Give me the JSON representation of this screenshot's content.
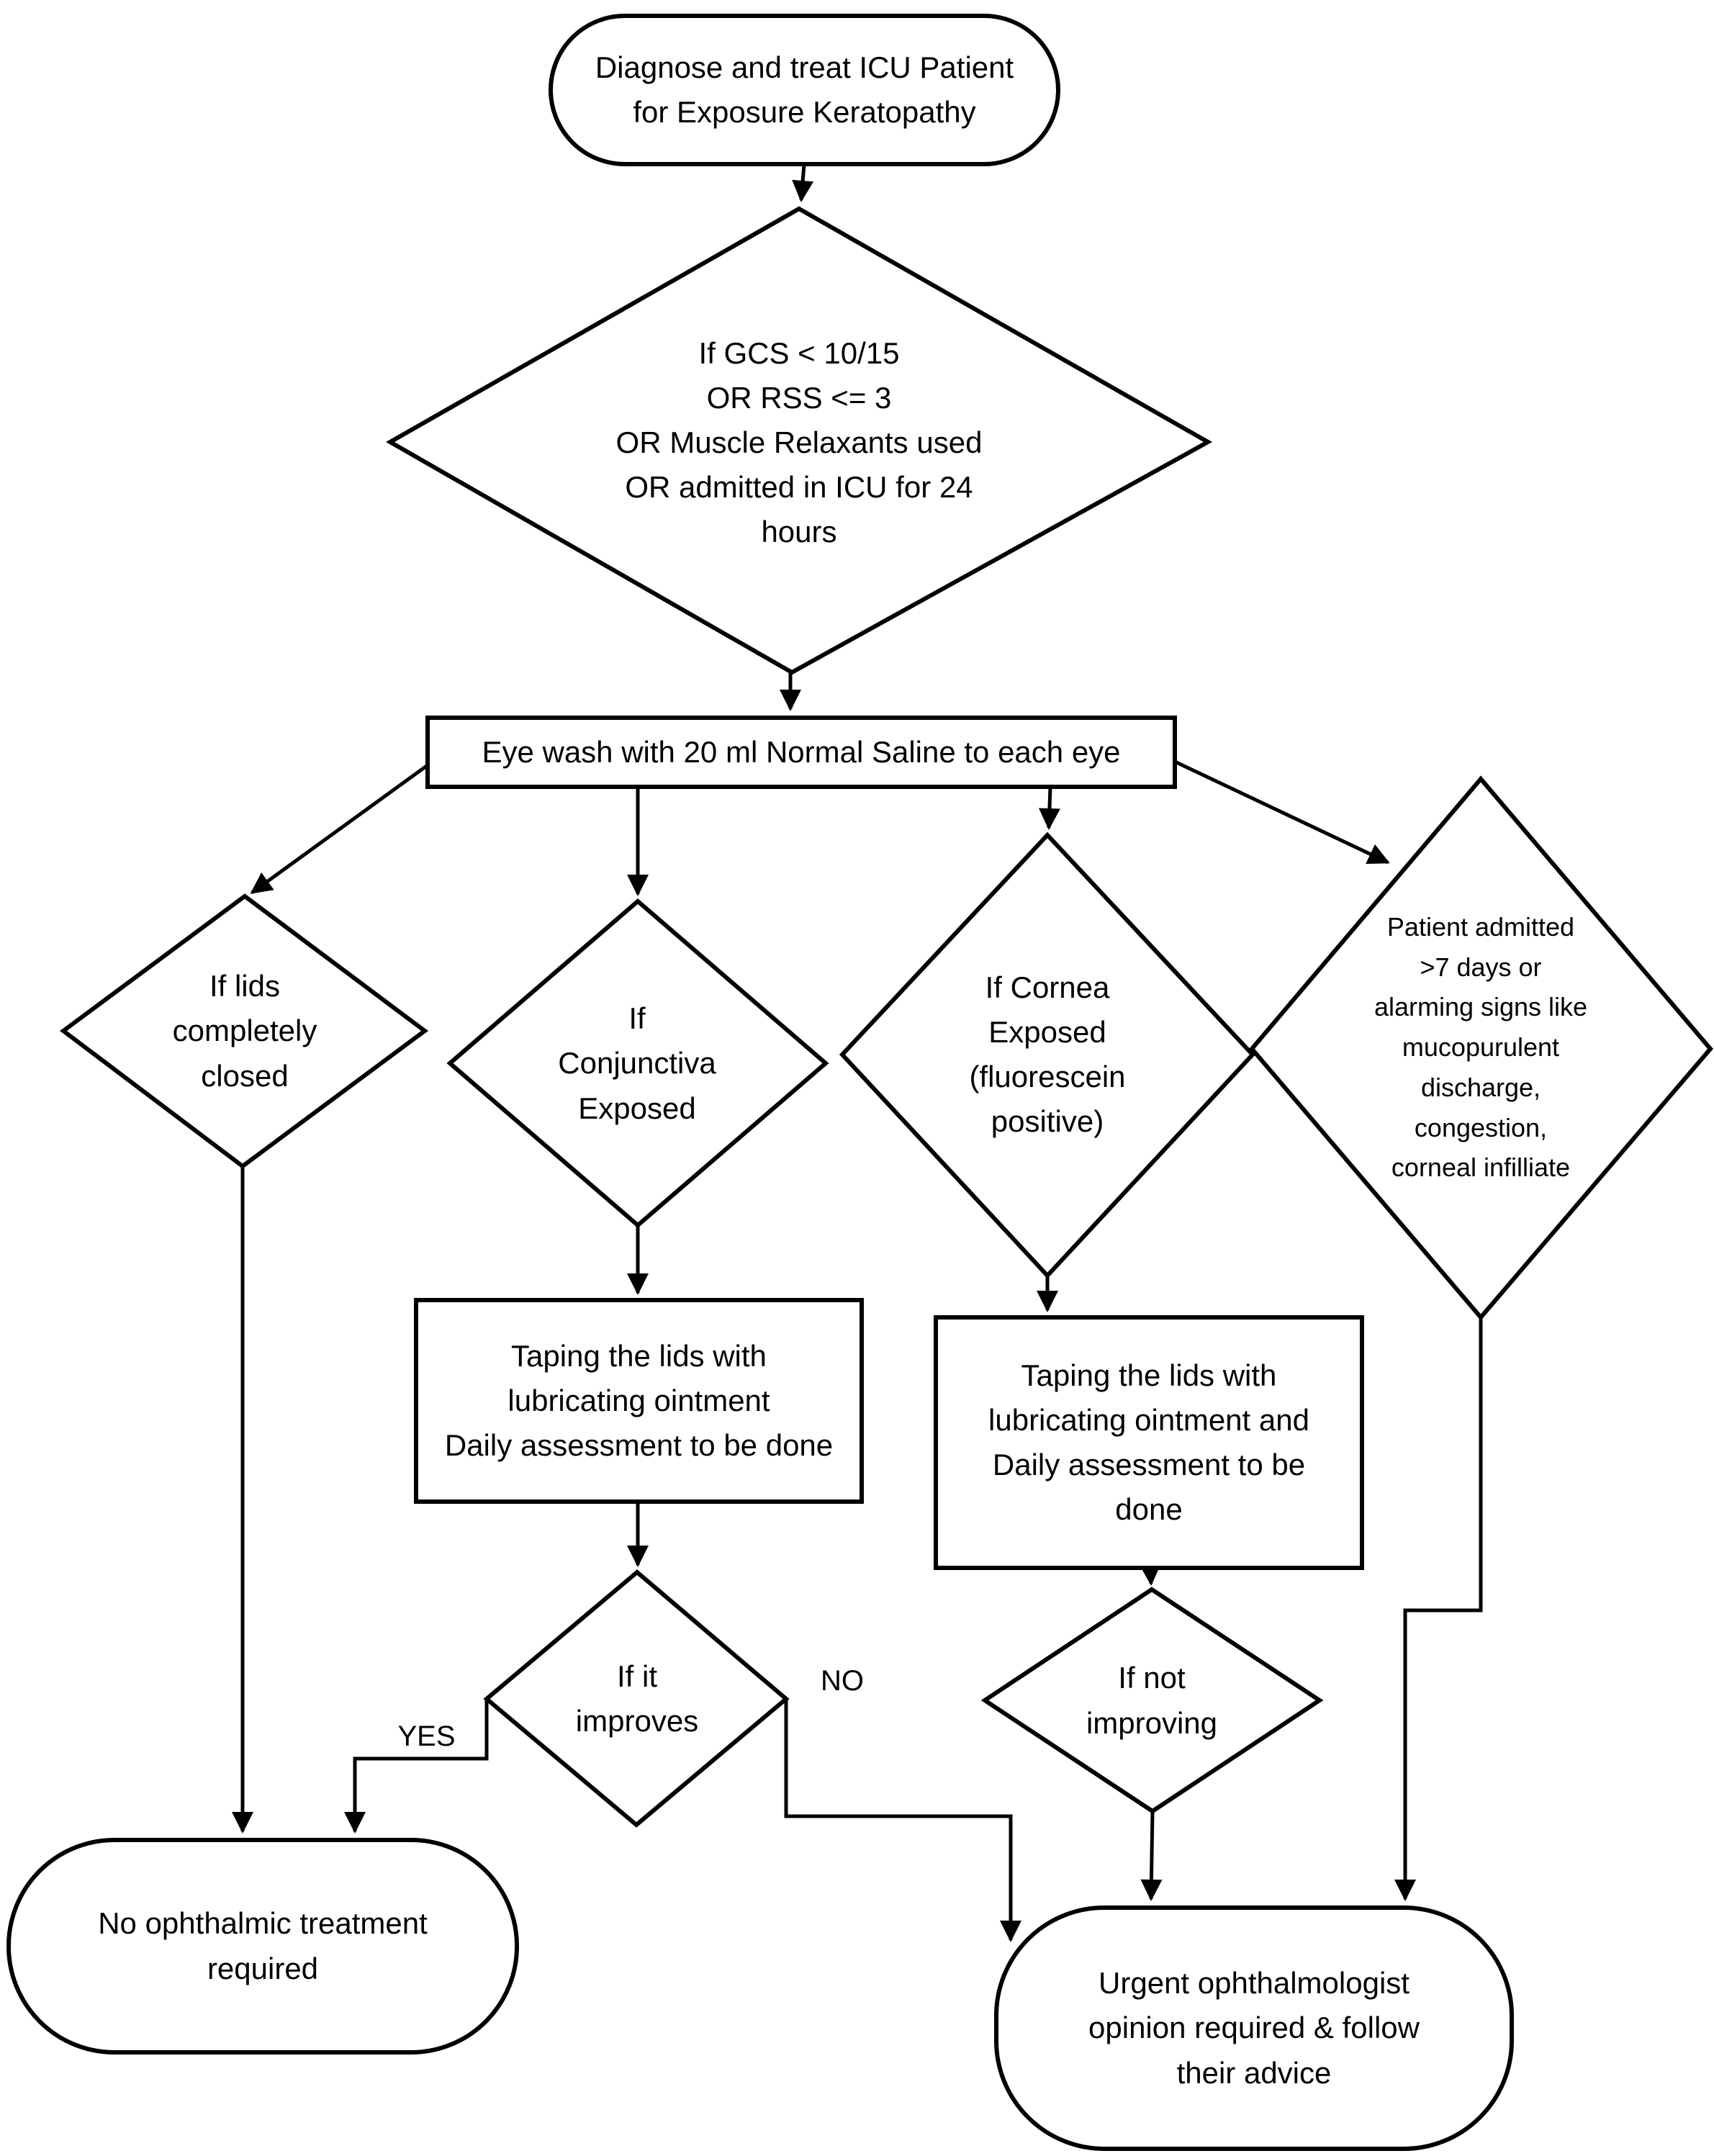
{
  "diagram": {
    "type": "flowchart",
    "topic": "Exposure Keratopathy management in ICU",
    "colors": {
      "stroke": "#000000",
      "background": "#ffffff",
      "text": "#000000"
    },
    "nodes": {
      "start": {
        "kind": "terminator",
        "label": "Diagnose and treat ICU Patient\nfor Exposure Keratopathy"
      },
      "criteria": {
        "kind": "decision",
        "label": "If GCS < 10/15\nOR RSS <= 3\nOR Muscle Relaxants used\nOR admitted in ICU for 24\nhours"
      },
      "eye_wash": {
        "kind": "process",
        "label": "Eye wash with 20 ml Normal Saline to each eye"
      },
      "lids_closed": {
        "kind": "decision",
        "label": "If lids\ncompletely\nclosed"
      },
      "conjunctiva": {
        "kind": "decision",
        "label": "If\nConjunctiva\nExposed"
      },
      "cornea": {
        "kind": "decision",
        "label": "If Cornea\nExposed\n(fluorescein\npositive)"
      },
      "admitted": {
        "kind": "decision",
        "label": "Patient admitted\n>7 days or\nalarming signs like\nmucopurulent\ndischarge,\ncongestion,\ncorneal infilliate"
      },
      "taping_left": {
        "kind": "process",
        "label": "Taping the lids with\nlubricating ointment\nDaily assessment to be done"
      },
      "taping_right": {
        "kind": "process",
        "label": "Taping the lids with\nlubricating ointment and\nDaily assessment to be\ndone"
      },
      "improves": {
        "kind": "decision",
        "label": "If it\nimproves"
      },
      "not_improving": {
        "kind": "decision",
        "label": "If not\nimproving"
      },
      "no_treatment": {
        "kind": "terminator",
        "label": "No ophthalmic treatment\nrequired"
      },
      "urgent": {
        "kind": "terminator",
        "label": "Urgent ophthalmologist\nopinion required & follow\ntheir advice"
      }
    },
    "edge_labels": {
      "yes": "YES",
      "no": "NO"
    },
    "edges": [
      {
        "from": "start",
        "to": "criteria",
        "label": ""
      },
      {
        "from": "criteria",
        "to": "eye_wash",
        "label": ""
      },
      {
        "from": "eye_wash",
        "to": "lids_closed",
        "label": ""
      },
      {
        "from": "eye_wash",
        "to": "conjunctiva",
        "label": ""
      },
      {
        "from": "eye_wash",
        "to": "cornea",
        "label": ""
      },
      {
        "from": "eye_wash",
        "to": "admitted",
        "label": ""
      },
      {
        "from": "lids_closed",
        "to": "no_treatment",
        "label": ""
      },
      {
        "from": "conjunctiva",
        "to": "taping_left",
        "label": ""
      },
      {
        "from": "cornea",
        "to": "taping_right",
        "label": ""
      },
      {
        "from": "taping_left",
        "to": "improves",
        "label": ""
      },
      {
        "from": "taping_right",
        "to": "not_improving",
        "label": ""
      },
      {
        "from": "improves",
        "to": "no_treatment",
        "label": "YES"
      },
      {
        "from": "improves",
        "to": "urgent",
        "label": "NO"
      },
      {
        "from": "not_improving",
        "to": "urgent",
        "label": ""
      },
      {
        "from": "admitted",
        "to": "urgent",
        "label": ""
      }
    ]
  }
}
